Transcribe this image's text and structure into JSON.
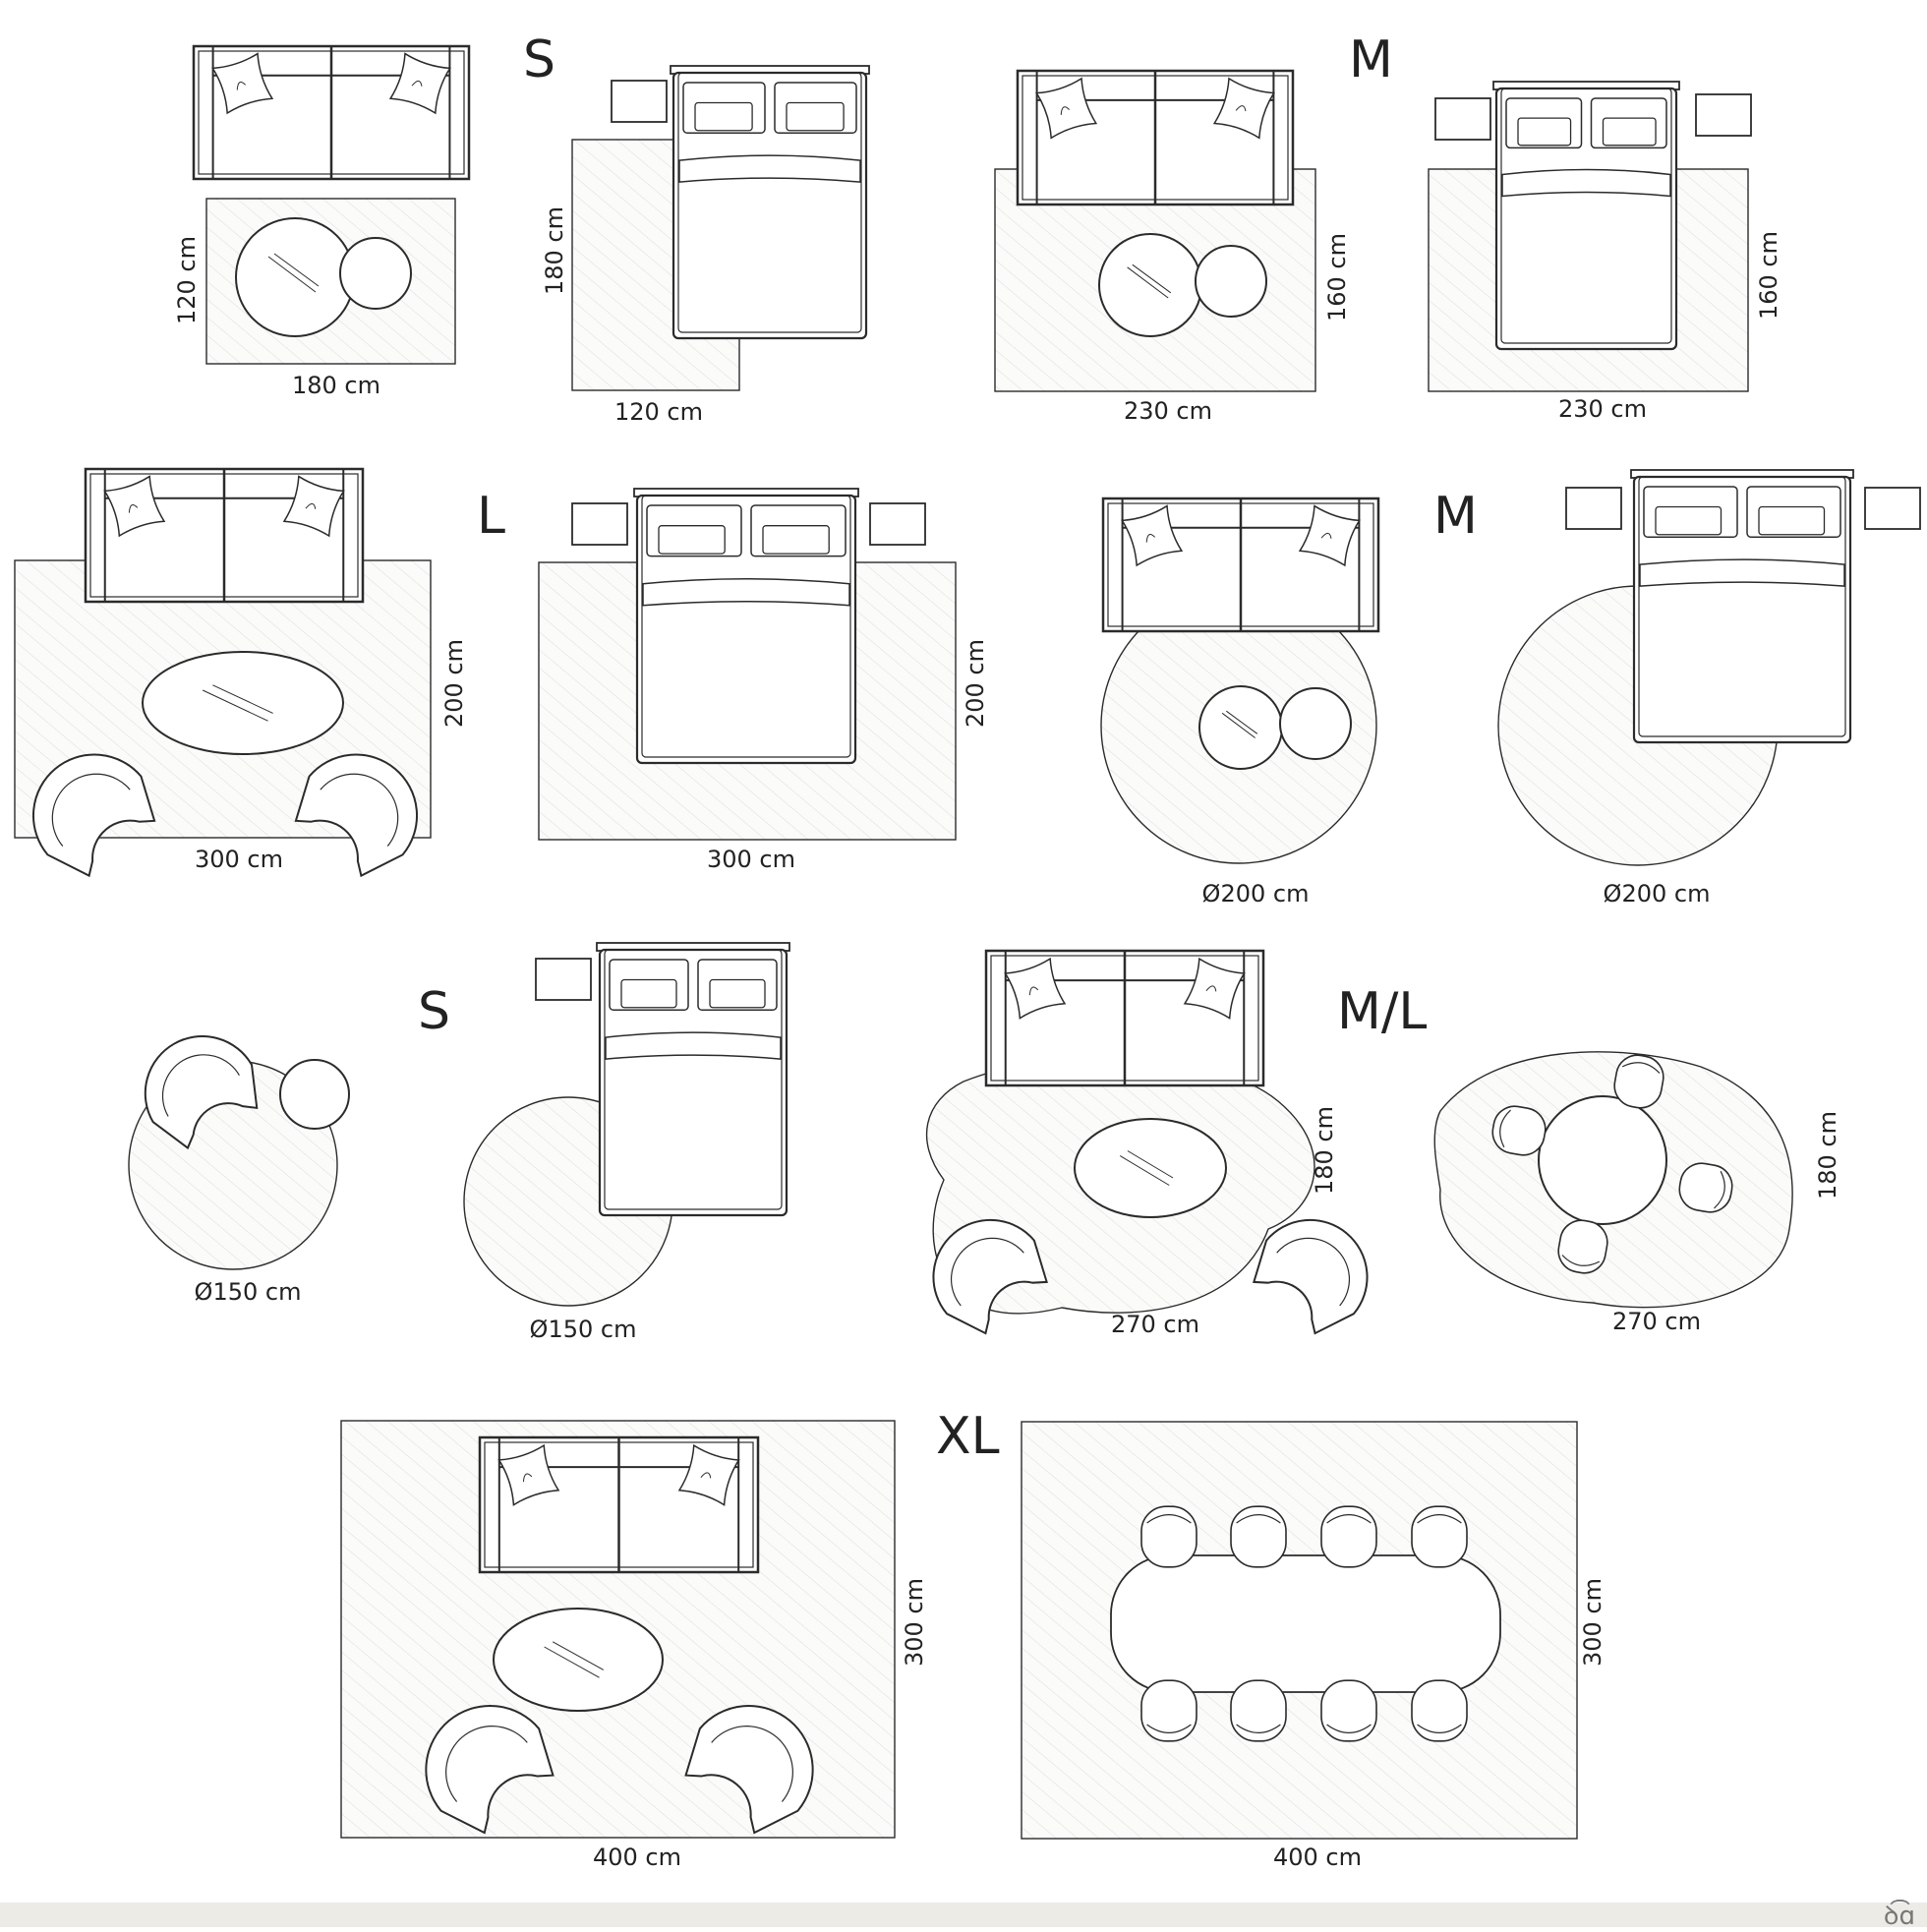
{
  "size_labels": {
    "s_top": "S",
    "m_top": "M",
    "l_row2": "L",
    "m_row2": "M",
    "s_row3": "S",
    "ml_row3": "M/L",
    "xl_row4": "XL"
  },
  "dimensions": {
    "r1a_h": "120 cm",
    "r1a_w": "180 cm",
    "r1b_h": "180 cm",
    "r1b_w": "120 cm",
    "r1c_h": "160 cm",
    "r1c_w": "230 cm",
    "r1d_h": "160 cm",
    "r1d_w": "230 cm",
    "r2a_h": "200 cm",
    "r2a_w": "300 cm",
    "r2b_h": "200 cm",
    "r2b_w": "300 cm",
    "r2c_d": "Ø200 cm",
    "r2d_d": "Ø200 cm",
    "r3a_d": "Ø150 cm",
    "r3b_d": "Ø150 cm",
    "r3c_h": "180 cm",
    "r3c_w": "270 cm",
    "r3d_h": "180 cm",
    "r3d_w": "270 cm",
    "r4a_h": "300 cm",
    "r4a_w": "400 cm",
    "r4b_h": "300 cm",
    "r4b_w": "400 cm"
  },
  "colors": {
    "line": "#2b2b2b",
    "rug_fill": "#fbfbfa",
    "hatch": "#d4d4d0",
    "footer": "#ecebe6"
  },
  "icons": [
    "sofa-icon",
    "bed-icon",
    "pillow-icon",
    "nightstand-icon",
    "armchair-icon",
    "coffee-table-icon",
    "dining-table-icon",
    "dining-chair-icon"
  ]
}
